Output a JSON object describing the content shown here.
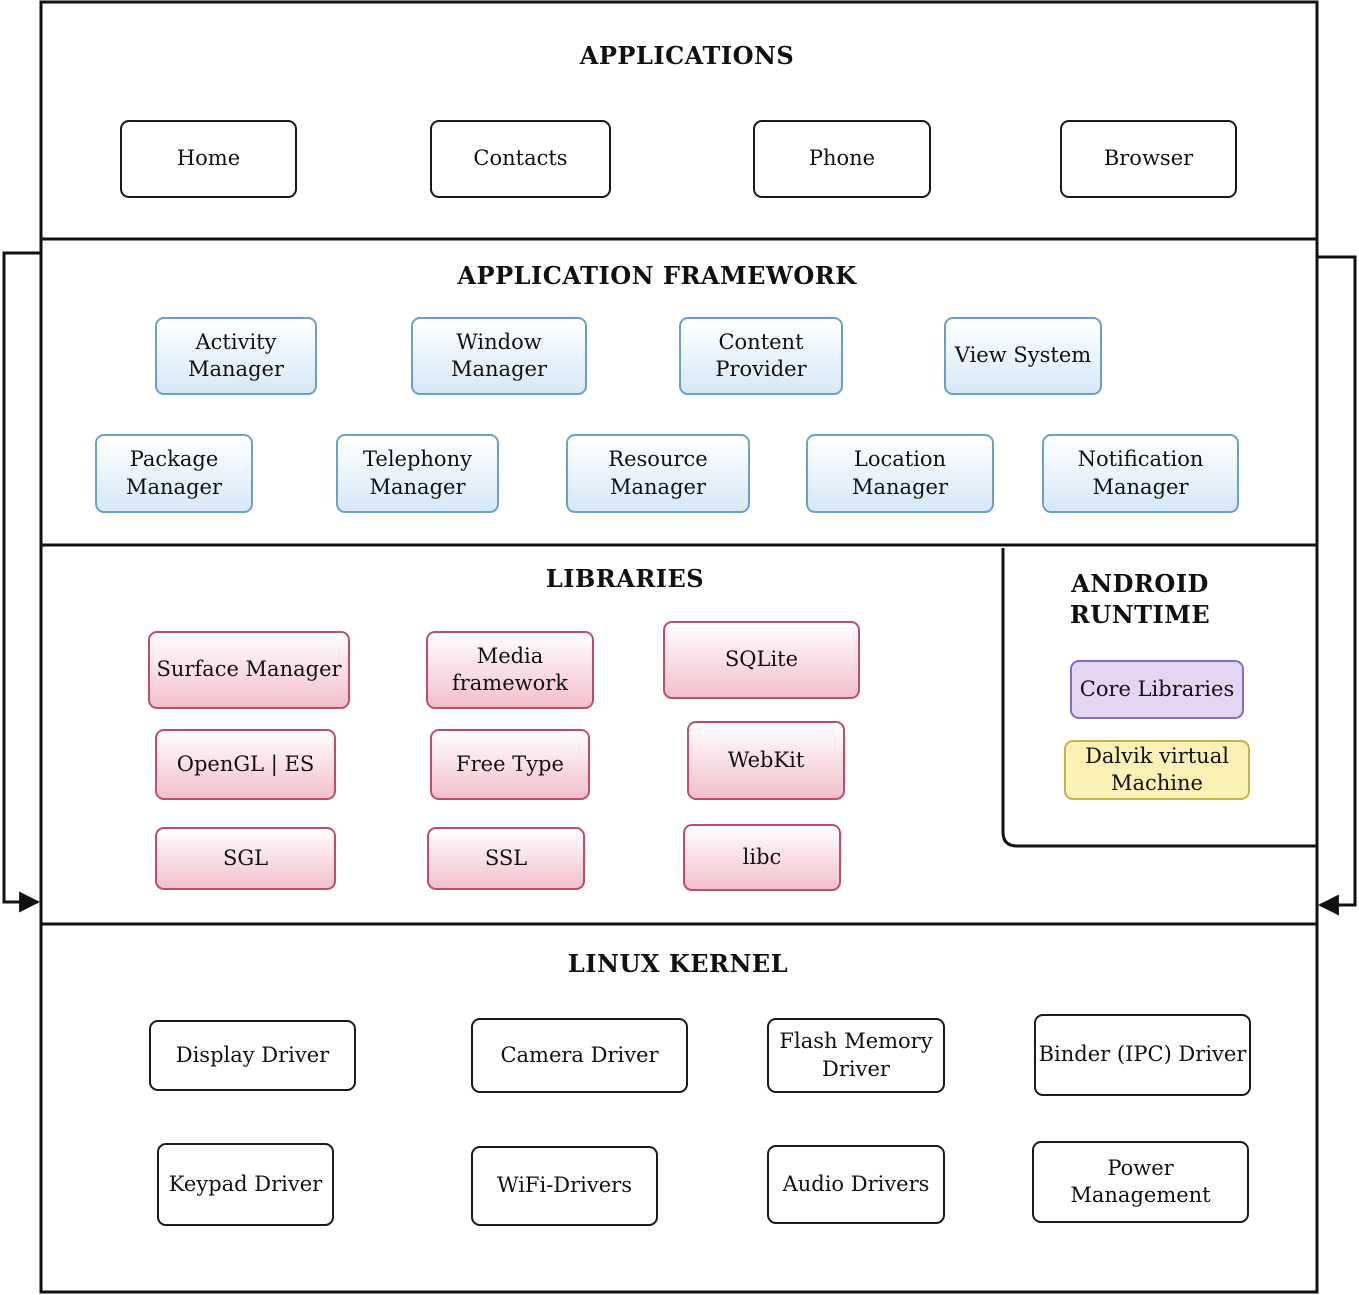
{
  "sections": {
    "applications": {
      "title": "APPLICATIONS",
      "items": [
        "Home",
        "Contacts",
        "Phone",
        "Browser"
      ]
    },
    "framework": {
      "title": "APPLICATION FRAMEWORK",
      "items": [
        "Activity\nManager",
        "Window\nManager",
        "Content\nProvider",
        "View System",
        "Package\nManager",
        "Telephony\nManager",
        "Resource\nManager",
        "Location Manager",
        "Notification\nManager"
      ]
    },
    "libraries": {
      "title": "LIBRARIES",
      "items": [
        "Surface Manager",
        "Media\nframework",
        "SQLite",
        "OpenGL | ES",
        "Free Type",
        "WebKit",
        "SGL",
        "SSL",
        "libc"
      ]
    },
    "runtime": {
      "title": "ANDROID\nRUNTIME",
      "items": [
        "Core Libraries",
        "Dalvik virtual\nMachine"
      ]
    },
    "kernel": {
      "title": "LINUX KERNEL",
      "items": [
        "Display Driver",
        "Camera Driver",
        "Flash Memory\nDriver",
        "Binder (IPC) Driver",
        "Keypad Driver",
        "WiFi-Drivers",
        "Audio Drivers",
        "Power Management"
      ]
    }
  },
  "colors": {
    "outline": "#111111",
    "framework_border": "#6a9fd0",
    "framework_fill": "#d6e8f7",
    "library_border": "#bc5068",
    "library_fill": "#f3bfcd",
    "core_libraries_fill": "#e3d6f3",
    "dalvik_fill": "#fbf1b5"
  }
}
